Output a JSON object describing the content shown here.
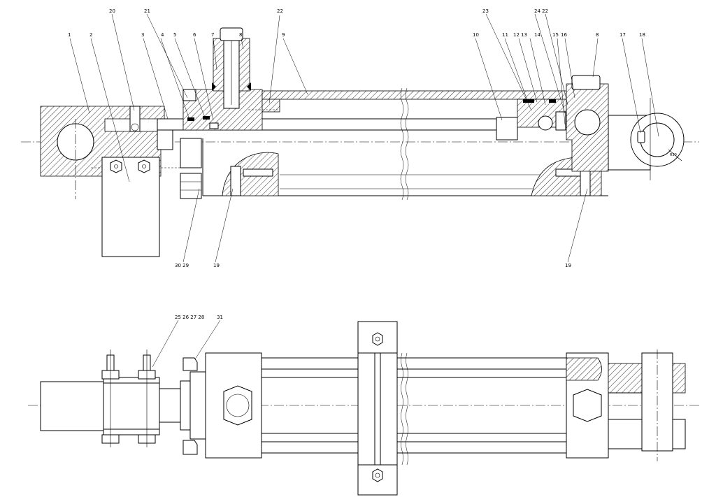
{
  "drawing": {
    "top_view_labels": [
      {
        "id": "c1",
        "text": "1"
      },
      {
        "id": "c2",
        "text": "2"
      },
      {
        "id": "c3",
        "text": "3"
      },
      {
        "id": "c4",
        "text": "4"
      },
      {
        "id": "c5",
        "text": "5"
      },
      {
        "id": "c6",
        "text": "6"
      },
      {
        "id": "c7",
        "text": "7"
      },
      {
        "id": "c8a",
        "text": "8"
      },
      {
        "id": "c9",
        "text": "9"
      },
      {
        "id": "c20",
        "text": "20"
      },
      {
        "id": "c21",
        "text": "21"
      },
      {
        "id": "c22a",
        "text": "22"
      },
      {
        "id": "c10",
        "text": "10"
      },
      {
        "id": "c11",
        "text": "11"
      },
      {
        "id": "c12",
        "text": "12"
      },
      {
        "id": "c13",
        "text": "13"
      },
      {
        "id": "c14",
        "text": "14"
      },
      {
        "id": "c15",
        "text": "15"
      },
      {
        "id": "c16",
        "text": "16"
      },
      {
        "id": "c8b",
        "text": "8"
      },
      {
        "id": "c17",
        "text": "17"
      },
      {
        "id": "c18",
        "text": "18"
      },
      {
        "id": "c23",
        "text": "23"
      },
      {
        "id": "c2422",
        "text": "24 22"
      },
      {
        "id": "c3029",
        "text": "30 29"
      },
      {
        "id": "c19a",
        "text": "19"
      },
      {
        "id": "c19b",
        "text": "19"
      }
    ],
    "bottom_view_labels": [
      {
        "id": "c25",
        "text": "25 26 27 28"
      },
      {
        "id": "c31",
        "text": "31"
      }
    ],
    "dimension_text": "R30"
  }
}
